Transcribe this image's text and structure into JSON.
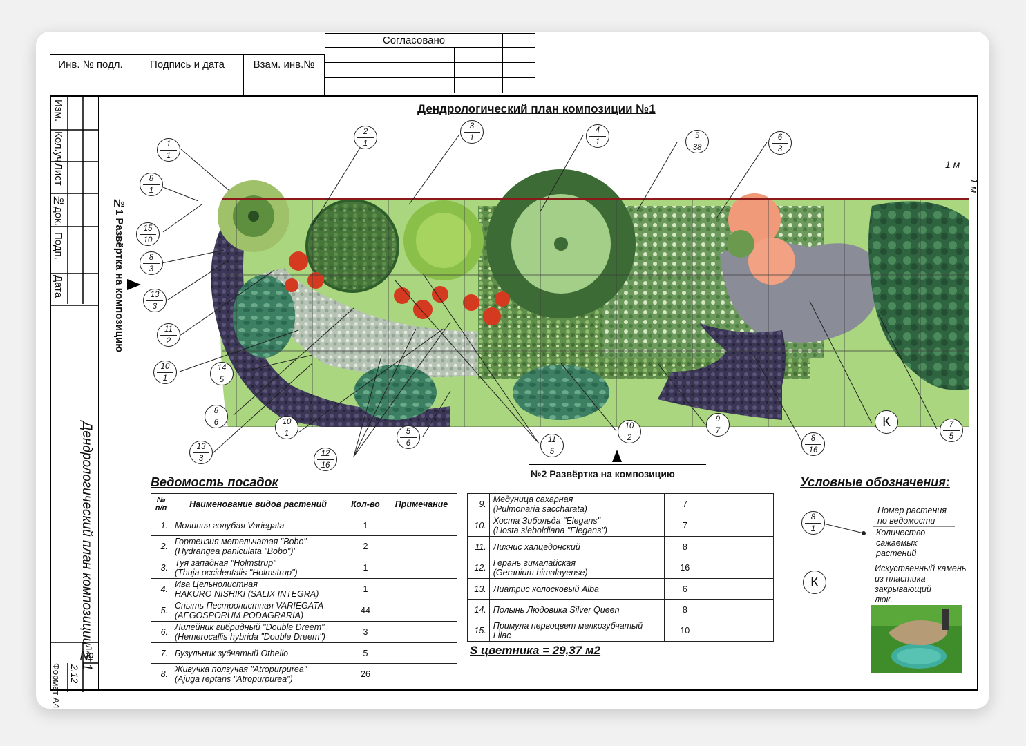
{
  "stamp": {
    "agreed": "Согласовано",
    "inv_podl": "Инв. № подл.",
    "sign_date": "Подпись и дата",
    "vzam_inv": "Взам. инв.№"
  },
  "side_column": [
    "Изм.",
    "Кол.уч.",
    "Лист",
    "№док.",
    "Подп.",
    "Дата"
  ],
  "side_title": "Дендрологический план композиции №1",
  "sheet_label": "Лист",
  "sheet_number": "2.12",
  "format": "Формат А4",
  "plan": {
    "title": "Дендрологический план композиции №1",
    "view1": "№1 Развёртка на композицию",
    "view2": "№2 Развёртка на композицию",
    "scale_h": "1 м",
    "scale_v": "1 м"
  },
  "callouts": [
    {
      "id": "c1",
      "top": "1",
      "bot": "1"
    },
    {
      "id": "c2",
      "top": "8",
      "bot": "1"
    },
    {
      "id": "c3",
      "top": "15",
      "bot": "10"
    },
    {
      "id": "c4",
      "top": "8",
      "bot": "3"
    },
    {
      "id": "c5",
      "top": "13",
      "bot": "3"
    },
    {
      "id": "c6",
      "top": "11",
      "bot": "2"
    },
    {
      "id": "c7",
      "top": "10",
      "bot": "1"
    },
    {
      "id": "c8",
      "top": "14",
      "bot": "5"
    },
    {
      "id": "c9",
      "top": "8",
      "bot": "6"
    },
    {
      "id": "c10",
      "top": "13",
      "bot": "3"
    },
    {
      "id": "c11",
      "top": "10",
      "bot": "1"
    },
    {
      "id": "c12",
      "top": "12",
      "bot": "16"
    },
    {
      "id": "c13",
      "top": "5",
      "bot": "6"
    },
    {
      "id": "c14",
      "top": "11",
      "bot": "5"
    },
    {
      "id": "c15",
      "top": "10",
      "bot": "2"
    },
    {
      "id": "c16",
      "top": "9",
      "bot": "7"
    },
    {
      "id": "c17",
      "top": "8",
      "bot": "16"
    },
    {
      "id": "c18",
      "top": "7",
      "bot": "5"
    },
    {
      "id": "c19",
      "top": "2",
      "bot": "1"
    },
    {
      "id": "c20",
      "top": "3",
      "bot": "1"
    },
    {
      "id": "c21",
      "top": "4",
      "bot": "1"
    },
    {
      "id": "c22",
      "top": "5",
      "bot": "38"
    },
    {
      "id": "c23",
      "top": "6",
      "bot": "3"
    }
  ],
  "k_label": "К",
  "planting": {
    "title": "Ведомость посадок",
    "headers": [
      "№ п/п",
      "Наименование видов растений",
      "Кол-во",
      "Примечание"
    ],
    "rows": [
      {
        "n": "1.",
        "name": "Молиния голубая   Variegata",
        "qty": "1"
      },
      {
        "n": "2.",
        "name": "Гортензия метельчатая \"Bobo\"\n(Hydrangea paniculata \"Bobo\")\"",
        "qty": "2"
      },
      {
        "n": "3.",
        "name": "Туя западная \"Holmstrup\"\n(Thuja occidentalis \"Holmstrup\")",
        "qty": "1"
      },
      {
        "n": "4.",
        "name": "Ива Цельнолистная\nHAKURO NISHIKI (SALIX INTEGRA)",
        "qty": "1"
      },
      {
        "n": "5.",
        "name": "Сныть Пестролистная VARIEGATA\n(AEGOSPORUM PODAGRARIA)",
        "qty": "44"
      },
      {
        "n": "6.",
        "name": "Лилейник гибридный \"Double Dreem\"\n(Hemerocallis hybrida \"Double Dreem\")",
        "qty": "3"
      },
      {
        "n": "7.",
        "name": "Бузульник зубчатый Othello",
        "qty": "5"
      },
      {
        "n": "8.",
        "name": "Живучка ползучая \"Atropurpurea\"\n(Ajuga reptans \"Atropurpurea\")",
        "qty": "26"
      }
    ],
    "rows2": [
      {
        "n": "9.",
        "name": "Медуница сахарная\n(Pulmonaria saccharata)",
        "qty": "7"
      },
      {
        "n": "10.",
        "name": "Хоста Зибольда \"Elegans\"\n(Hosta sieboldiana \"Elegans\")",
        "qty": "7"
      },
      {
        "n": "11.",
        "name": "Лихнис халцедонский",
        "qty": "8"
      },
      {
        "n": "12.",
        "name": "Герань гималайская\n(Geranium himalayense)",
        "qty": "16"
      },
      {
        "n": "13.",
        "name": "Лиатрис колосковый Alba",
        "qty": "6"
      },
      {
        "n": "14.",
        "name": "Полынь Людовика Silver Queen",
        "qty": "8"
      },
      {
        "n": "15.",
        "name": "Примула первоцвет мелкозубчатый\nLilac",
        "qty": "10"
      }
    ],
    "area": "S цветника = 29,37 м2"
  },
  "legend": {
    "title": "Условные обозначения:",
    "sample_top": "8",
    "sample_bot": "1",
    "number_label": "Номер растения\nпо ведомости",
    "count_label": "Количество\nсажаемых\nрастений",
    "k_label": "К",
    "k_desc": "Искуственный камень\nиз пластика\nзакрывающий\nлюк."
  },
  "colors": {
    "border": "#8b1a1a",
    "lawn": "#a7d47c",
    "dark_plant": "#2f5a2a",
    "ajuga": "#3a3550"
  }
}
